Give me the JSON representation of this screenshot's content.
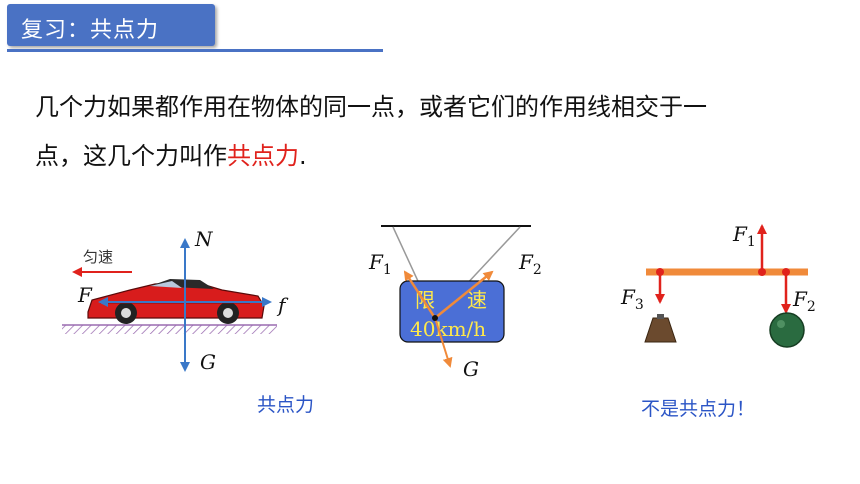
{
  "slide": {
    "title": "复习：共点力",
    "para_line1": "几个力如果都作用在物体的同一点，或者它们的作用线相交于一",
    "para_line2_prefix": "点，这几个力叫作",
    "para_line2_highlight": "共点力",
    "para_line2_suffix": ".",
    "caption_left": "共点力",
    "caption_right": "不是共点力！"
  },
  "diagram_car": {
    "label_motion": "匀速",
    "label_N": "N",
    "label_G": "G",
    "label_F": "F",
    "label_f": "f"
  },
  "diagram_sign": {
    "label_F1": "F",
    "label_F1_sub": "1",
    "label_F2": "F",
    "label_F2_sub": "2",
    "label_G": "G",
    "sign_line1_a": "限",
    "sign_line1_b": "速",
    "sign_line2": "40km/h"
  },
  "diagram_beam": {
    "label_F1": "F",
    "label_F1_sub": "1",
    "label_F2": "F",
    "label_F2_sub": "2",
    "label_F3": "F",
    "label_F3_sub": "3"
  },
  "colors": {
    "title_bg": "#4a72c4",
    "highlight": "#e0221c",
    "caption": "#2b55c6",
    "force_arrow": "#e0221c",
    "axis_arrow": "#3a78c8",
    "beam": "#f08a3a",
    "sign_bg": "#4b6fd6",
    "sign_text": "#ffe94a"
  }
}
